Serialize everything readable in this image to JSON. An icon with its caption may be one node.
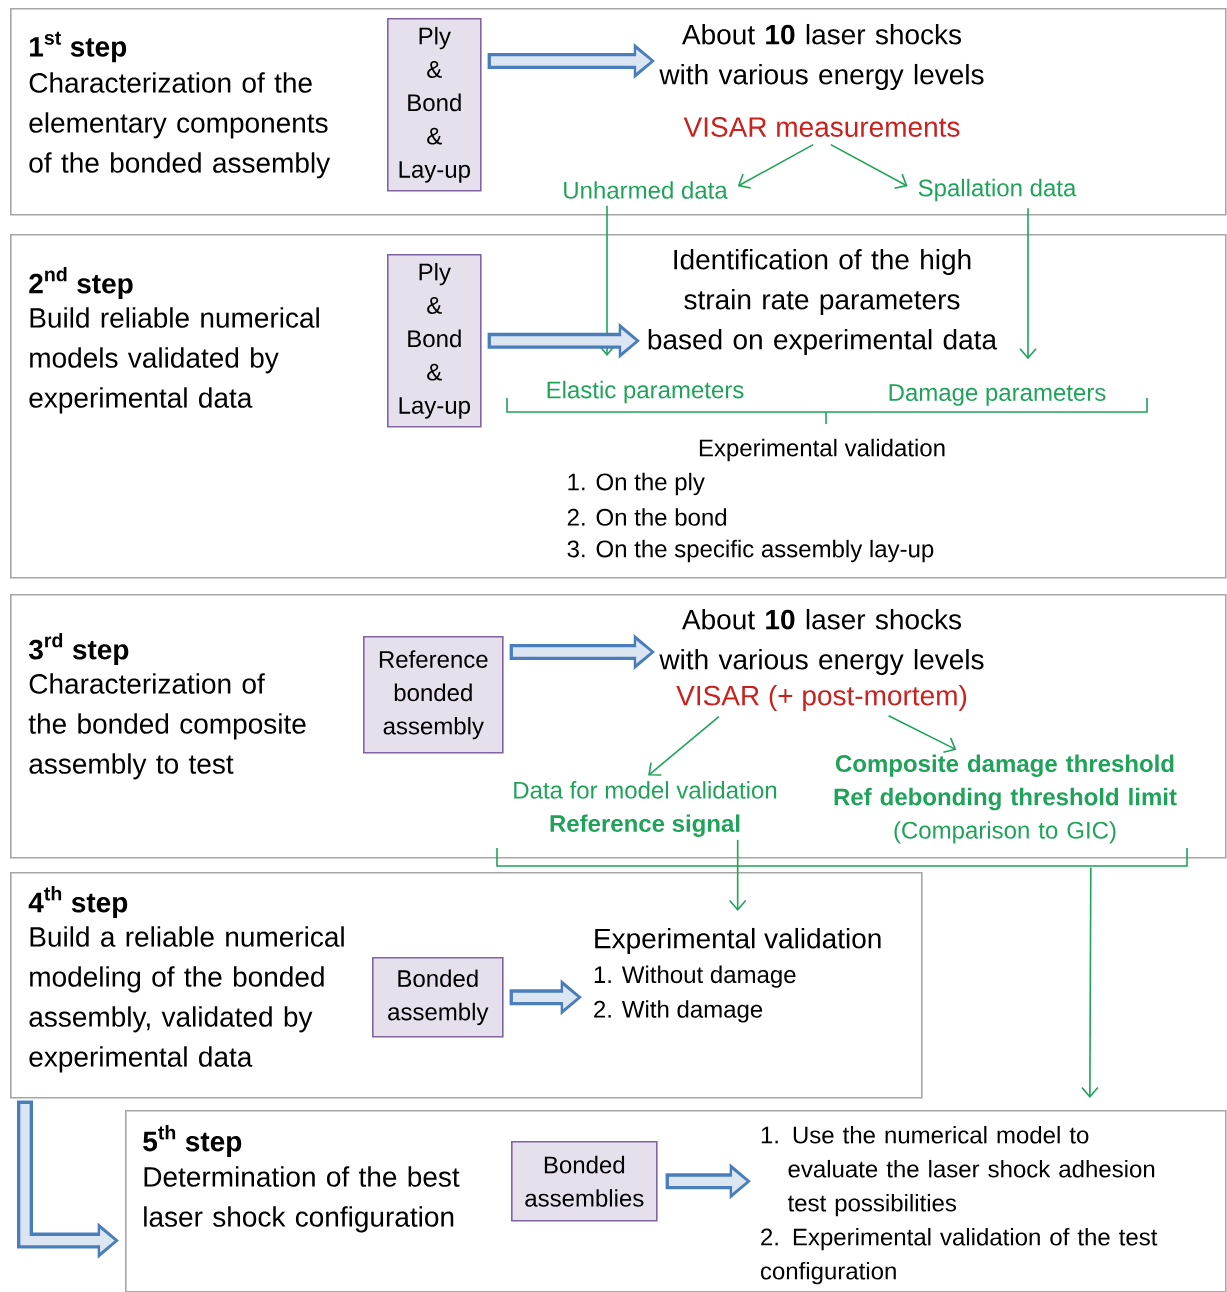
{
  "diagram": {
    "nodes": [
      {
        "text": [
          "\\text{1}^{\\text{st}}\\text{ step}",
          "Characterization of the elementary components of the bonded assembly"
        ]
      },
      {
        "text": [
          "Ply & Bond & Lay-up"
        ],
        "in": 0
      },
      {
        "text": [
          "About **10** laser shocks with various energy levels"
        ],
        "in": 0
      },
      {
        "text": [
          "VISAR measurements"
        ],
        "in": 0
      },
      {
        "text": [
          "Unharmed data"
        ],
        "in": 0
      },
      {
        "text": [
          "Spallation data"
        ],
        "in": 0
      },
      {
        "text": [
          "\\text{2}^{\\text{nd}}\\text{ step}",
          "Build reliable numerical models validated by experimental data"
        ]
      },
      {
        "text": [
          "Ply & Bond & Lay-up"
        ],
        "in": 6
      },
      {
        "text": [
          "Identification of the high strain rate parameters based on experimental data"
        ],
        "in": 6
      },
      {
        "text": [
          "Elastic parameters"
        ],
        "in": 6
      },
      {
        "text": [
          "Damage parameters"
        ],
        "in": 6
      },
      {
        "text": [
          "\\text{3}^{\\text{rd}}\\text{ step}",
          "Characterization of the bonded composite assembly to test"
        ]
      },
      {
        "text": [
          "Reference bonded assembly"
        ],
        "in": 11
      },
      {
        "text": [
          "About **10** laser shocks with various energy levels"
        ],
        "in": 11
      },
      {
        "text": [
          "VISAR (+ post-mortem)"
        ],
        "in": 11
      },
      {
        "text": [
          "Data for model validation",
          "Reference signal"
        ],
        "in": 11
      },
      {
        "text": [
          "Composite damage threshold Ref debonding threshold limit",
          "(Comparison to GIC)"
        ],
        "in": 11
      },
      {
        "text": [
          "\\text{4}^{\\text{th}}\\text{ step}",
          "Build a reliable numerical modeling of the bonded assembly, validated by experimental data"
        ]
      },
      {
        "text": [
          "Bonded assembly"
        ],
        "in": 17
      },
      {
        "text": [
          "Experimental validation",
          "1. Without damage",
          "2. With damage"
        ],
        "in": 17
      },
      {
        "text": [
          "\\text{5}^{\\text{th}}\\text{ step}",
          "Determination of the best laser shock configuration"
        ]
      },
      {
        "text": [
          "Bonded assemblies"
        ],
        "in": 20
      },
      {
        "text": [
          "1. Use the numerical model to evaluate the laser shock adhesion test possibilities",
          "2. Experimental validation of the test configuration"
        ],
        "in": 20
      }
    ],
    "edges": [
      {
        "from": 1,
        "to": 2,
        "arrow": "to",
        "style": "thick",
        "color": "#4a7ebb"
      },
      {
        "from": 3,
        "to": 4,
        "arrow": "to"
      },
      {
        "from": 3,
        "to": 5,
        "arrow": "to"
      },
      {
        "from": 4,
        "to": 9,
        "arrow": "to"
      },
      {
        "from": 5,
        "to": 10,
        "arrow": "to"
      },
      {
        "from": 7,
        "to": 8,
        "arrow": "to",
        "style": "thick",
        "color": "#4a7ebb"
      },
      {
        "from": 12,
        "to": 13,
        "arrow": "to",
        "style": "thick",
        "color": "#4a7ebb"
      },
      {
        "from": 14,
        "to": 15,
        "arrow": "to"
      },
      {
        "from": 14,
        "to": 16,
        "arrow": "to"
      },
      {
        "from": 15,
        "to": 19,
        "arrow": "to"
      },
      {
        "from": 11,
        "to": 20,
        "arrow": "to"
      },
      {
        "from": 17,
        "to": 20,
        "arrow": "to",
        "style": "thick",
        "color": "#4a7ebb"
      },
      {
        "from": 18,
        "to": 19,
        "arrow": "to",
        "style": "thick",
        "color": "#4a7ebb"
      },
      {
        "from": 21,
        "to": 22,
        "arrow": "to",
        "style": "thick",
        "color": "#4a7ebb"
      }
    ],
    "labels": [
      "Experimental validation",
      "1. On the ply",
      "2. On the bond",
      "3. On the specific assembly lay-up"
    ]
  }
}
